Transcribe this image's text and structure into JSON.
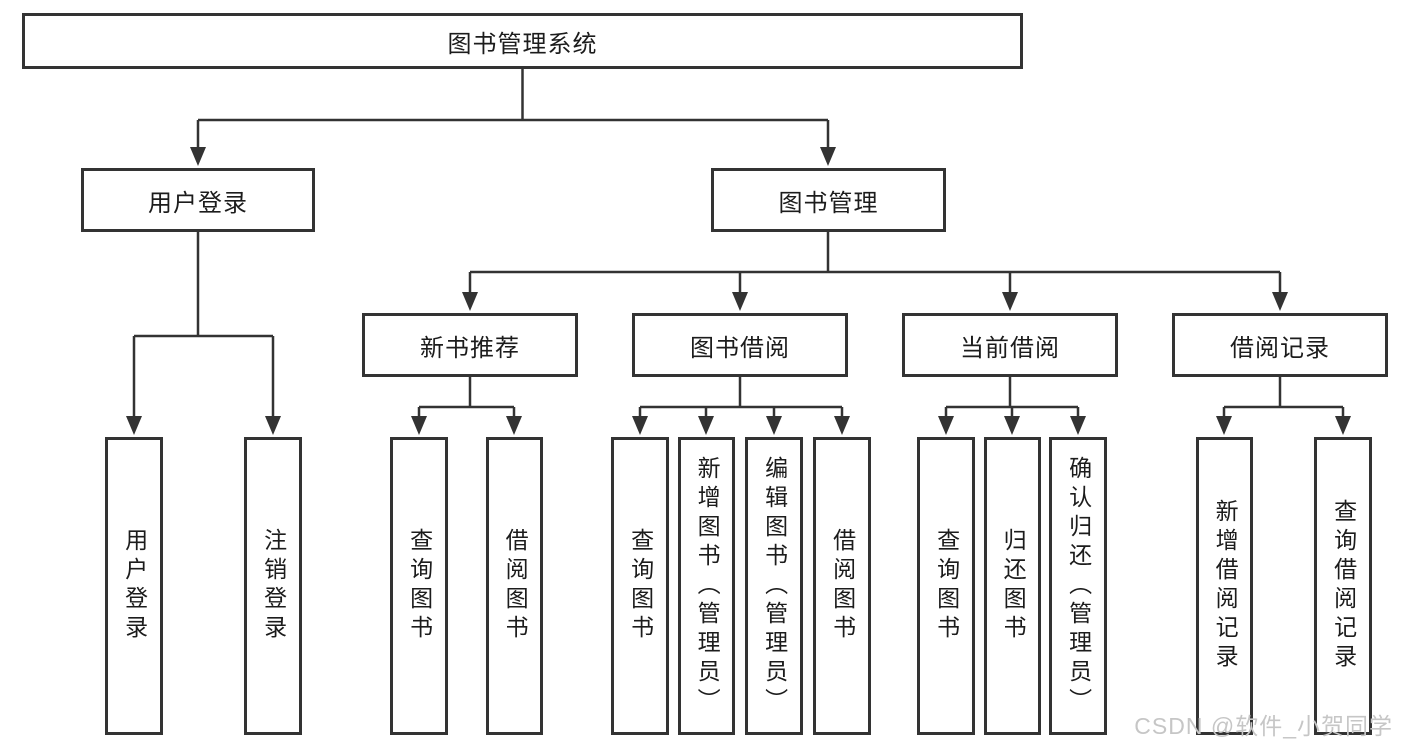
{
  "title": "图书管理系统",
  "watermark": "CSDN @软件_小贺同学",
  "colors": {
    "line": "#333333",
    "background": "#ffffff",
    "watermark": "#c6c6c6"
  },
  "tree": {
    "label": "图书管理系统",
    "children": [
      {
        "label": "用户登录",
        "children": [
          {
            "label": "用户登录"
          },
          {
            "label": "注销登录"
          }
        ]
      },
      {
        "label": "图书管理",
        "children": [
          {
            "label": "新书推荐",
            "children": [
              {
                "label": "查询图书"
              },
              {
                "label": "借阅图书"
              }
            ]
          },
          {
            "label": "图书借阅",
            "children": [
              {
                "label": "查询图书"
              },
              {
                "label": "新增图书（管理员）"
              },
              {
                "label": "编辑图书（管理员）"
              },
              {
                "label": "借阅图书"
              }
            ]
          },
          {
            "label": "当前借阅",
            "children": [
              {
                "label": "查询图书"
              },
              {
                "label": "归还图书"
              },
              {
                "label": "确认归还（管理员）"
              }
            ]
          },
          {
            "label": "借阅记录",
            "children": [
              {
                "label": "新增借阅记录"
              },
              {
                "label": "查询借阅记录"
              }
            ]
          }
        ]
      }
    ]
  }
}
